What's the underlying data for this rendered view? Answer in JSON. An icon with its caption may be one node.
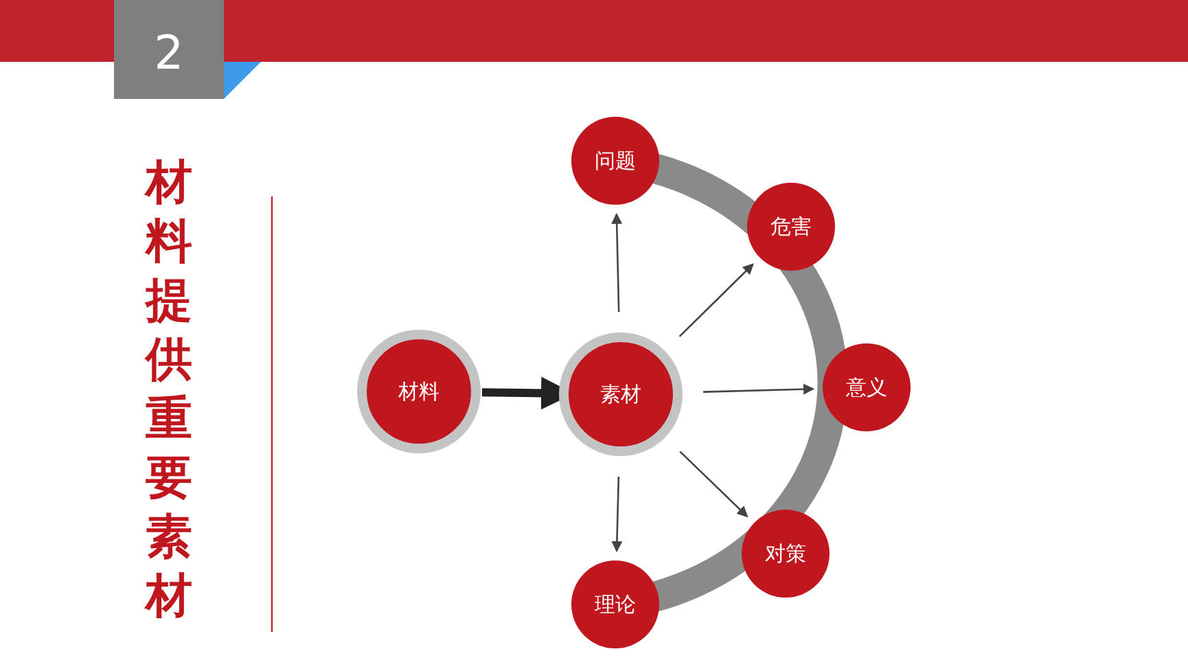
{
  "diagram": {
    "title": "材料提供重要素材",
    "nodes": [
      {
        "text": [
          "材料"
        ]
      },
      {
        "text": [
          "素材"
        ]
      },
      {
        "text": [
          "问题"
        ]
      },
      {
        "text": [
          "危害"
        ]
      },
      {
        "text": [
          "意义"
        ]
      },
      {
        "text": [
          "对策"
        ]
      },
      {
        "text": [
          "理论"
        ]
      }
    ],
    "edges": [
      {
        "from": 0,
        "to": 1,
        "arrow": "to",
        "style": "thick"
      },
      {
        "from": 1,
        "to": 2,
        "arrow": "to"
      },
      {
        "from": 1,
        "to": 3,
        "arrow": "to"
      },
      {
        "from": 1,
        "to": 4,
        "arrow": "to"
      },
      {
        "from": 1,
        "to": 5,
        "arrow": "to"
      },
      {
        "from": 1,
        "to": 6,
        "arrow": "to"
      }
    ],
    "labels": [
      "2"
    ]
  }
}
